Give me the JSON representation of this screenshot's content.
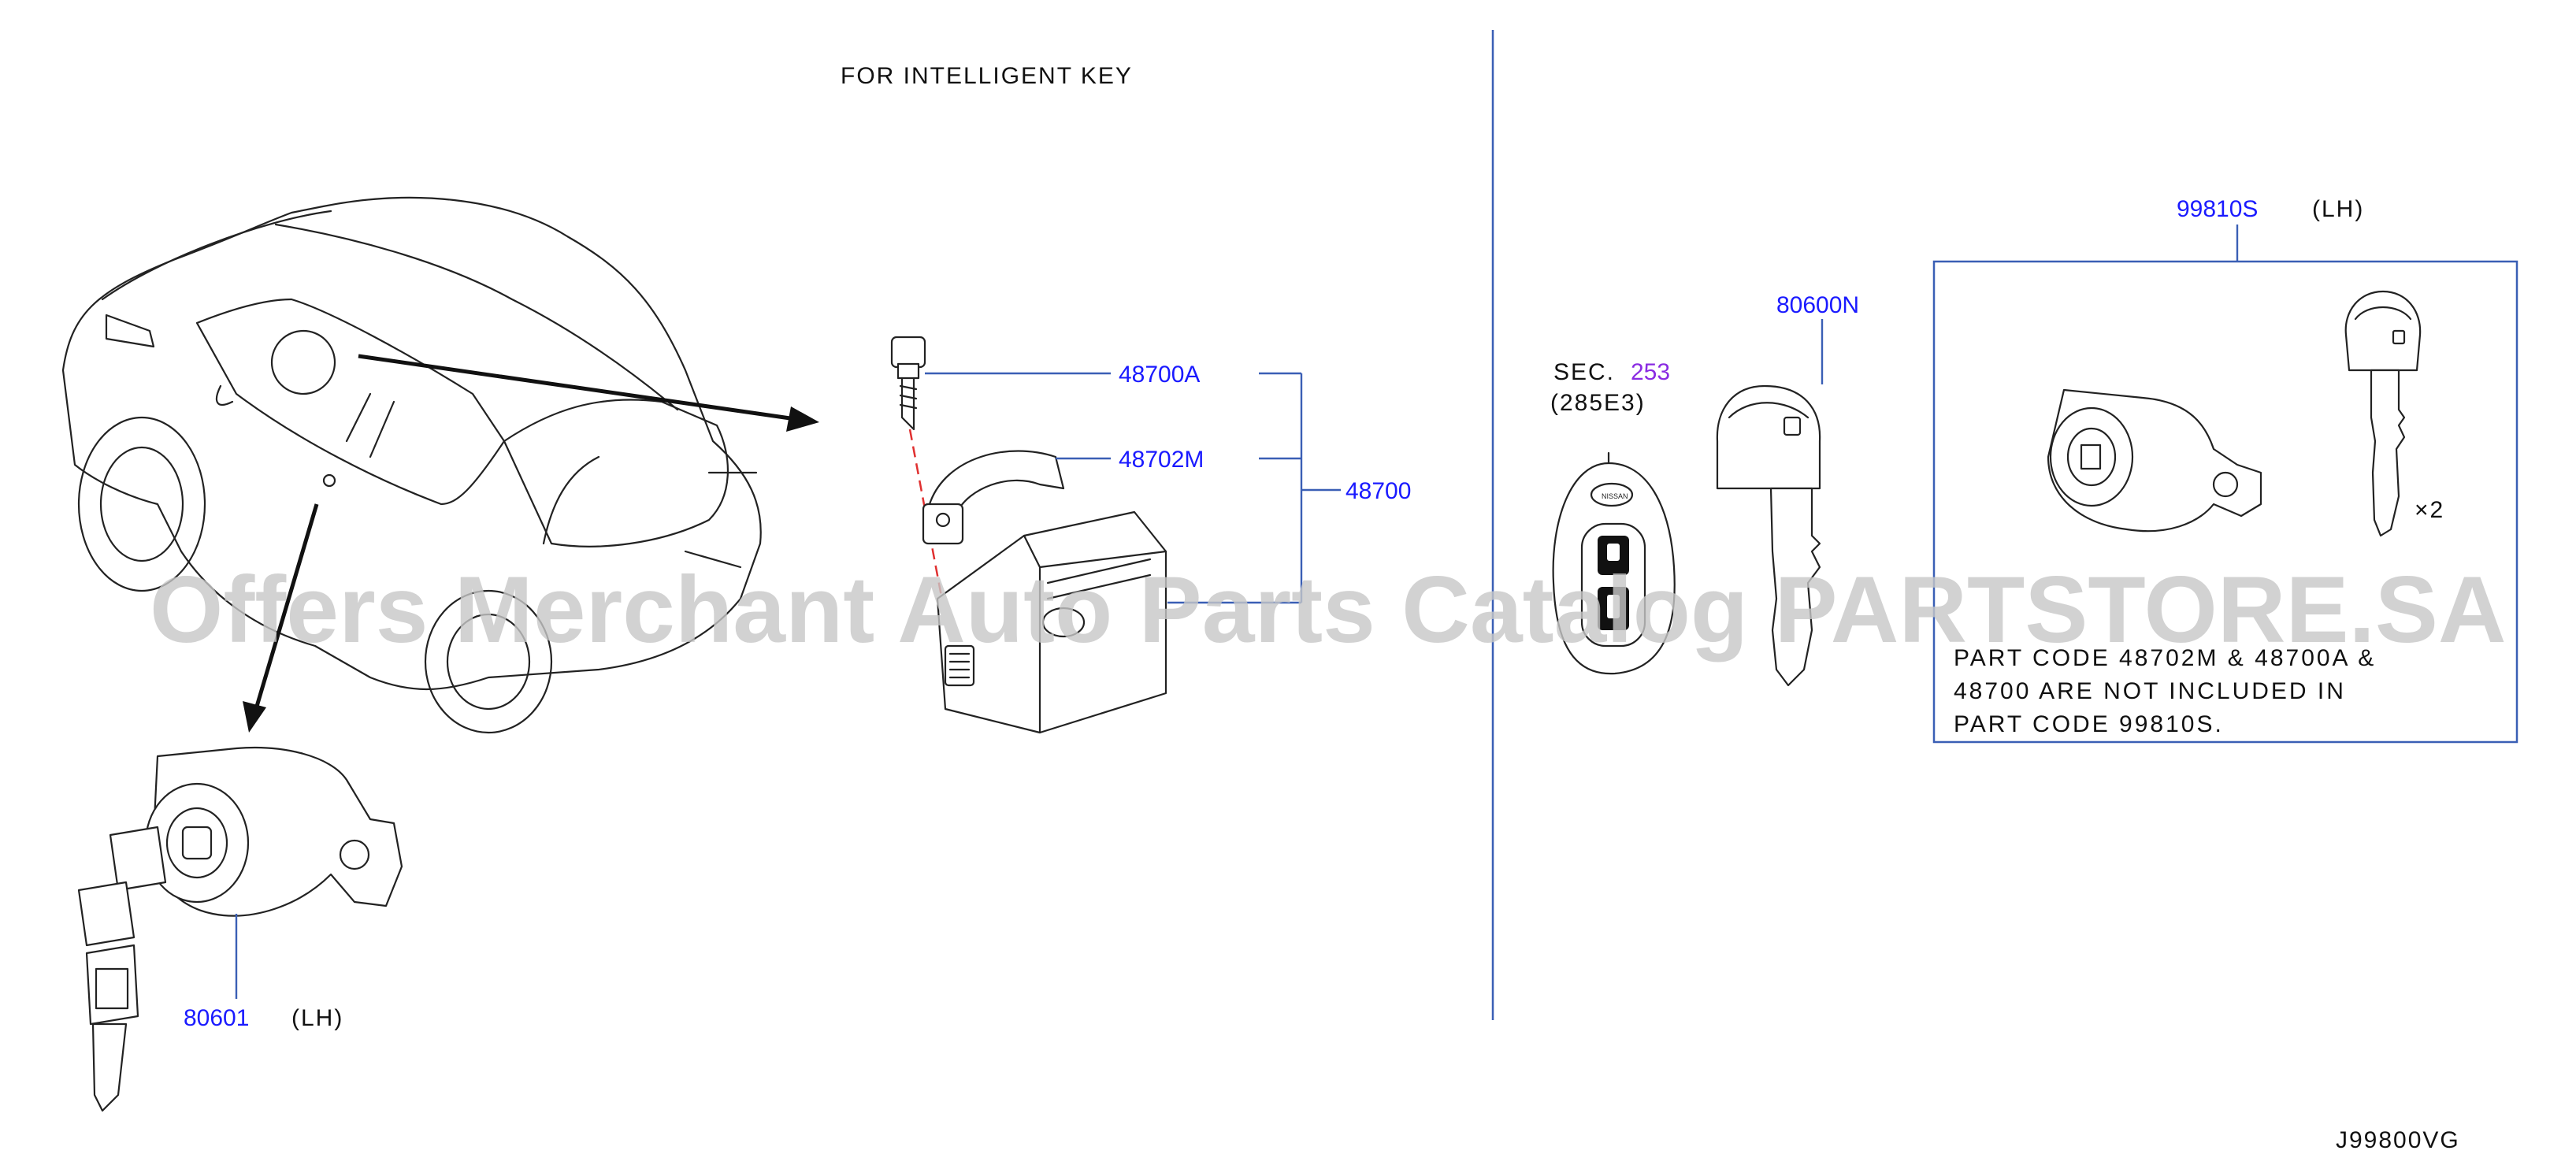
{
  "header": {
    "title": "FOR   INTELLIGENT   KEY"
  },
  "parts": {
    "p48700A": "48700A",
    "p48702M": "48702M",
    "p48700": "48700",
    "p80601": "80601",
    "p80601_side": "(LH)",
    "p80600N": "80600N",
    "p99810S": "99810S",
    "p99810S_side": "(LH)",
    "qty": "×2"
  },
  "section": {
    "prefix": "SEC.",
    "number": "253",
    "code": "(285E3)"
  },
  "note": {
    "line1": "PART   CODE   48702M   &   48700A   &",
    "line2": "48700   ARE   NOT   INCLUDED   IN",
    "line3": "PART   CODE   99810S."
  },
  "watermark": "Offers Merchant Auto Parts Catalog PARTSTORE.SA",
  "diagram_code": "J99800VG",
  "colors": {
    "part_number": "#1a1aff",
    "section_ref": "#8a2be2",
    "leader": "#3a5fb5",
    "watermark": "#c8c8c8"
  }
}
